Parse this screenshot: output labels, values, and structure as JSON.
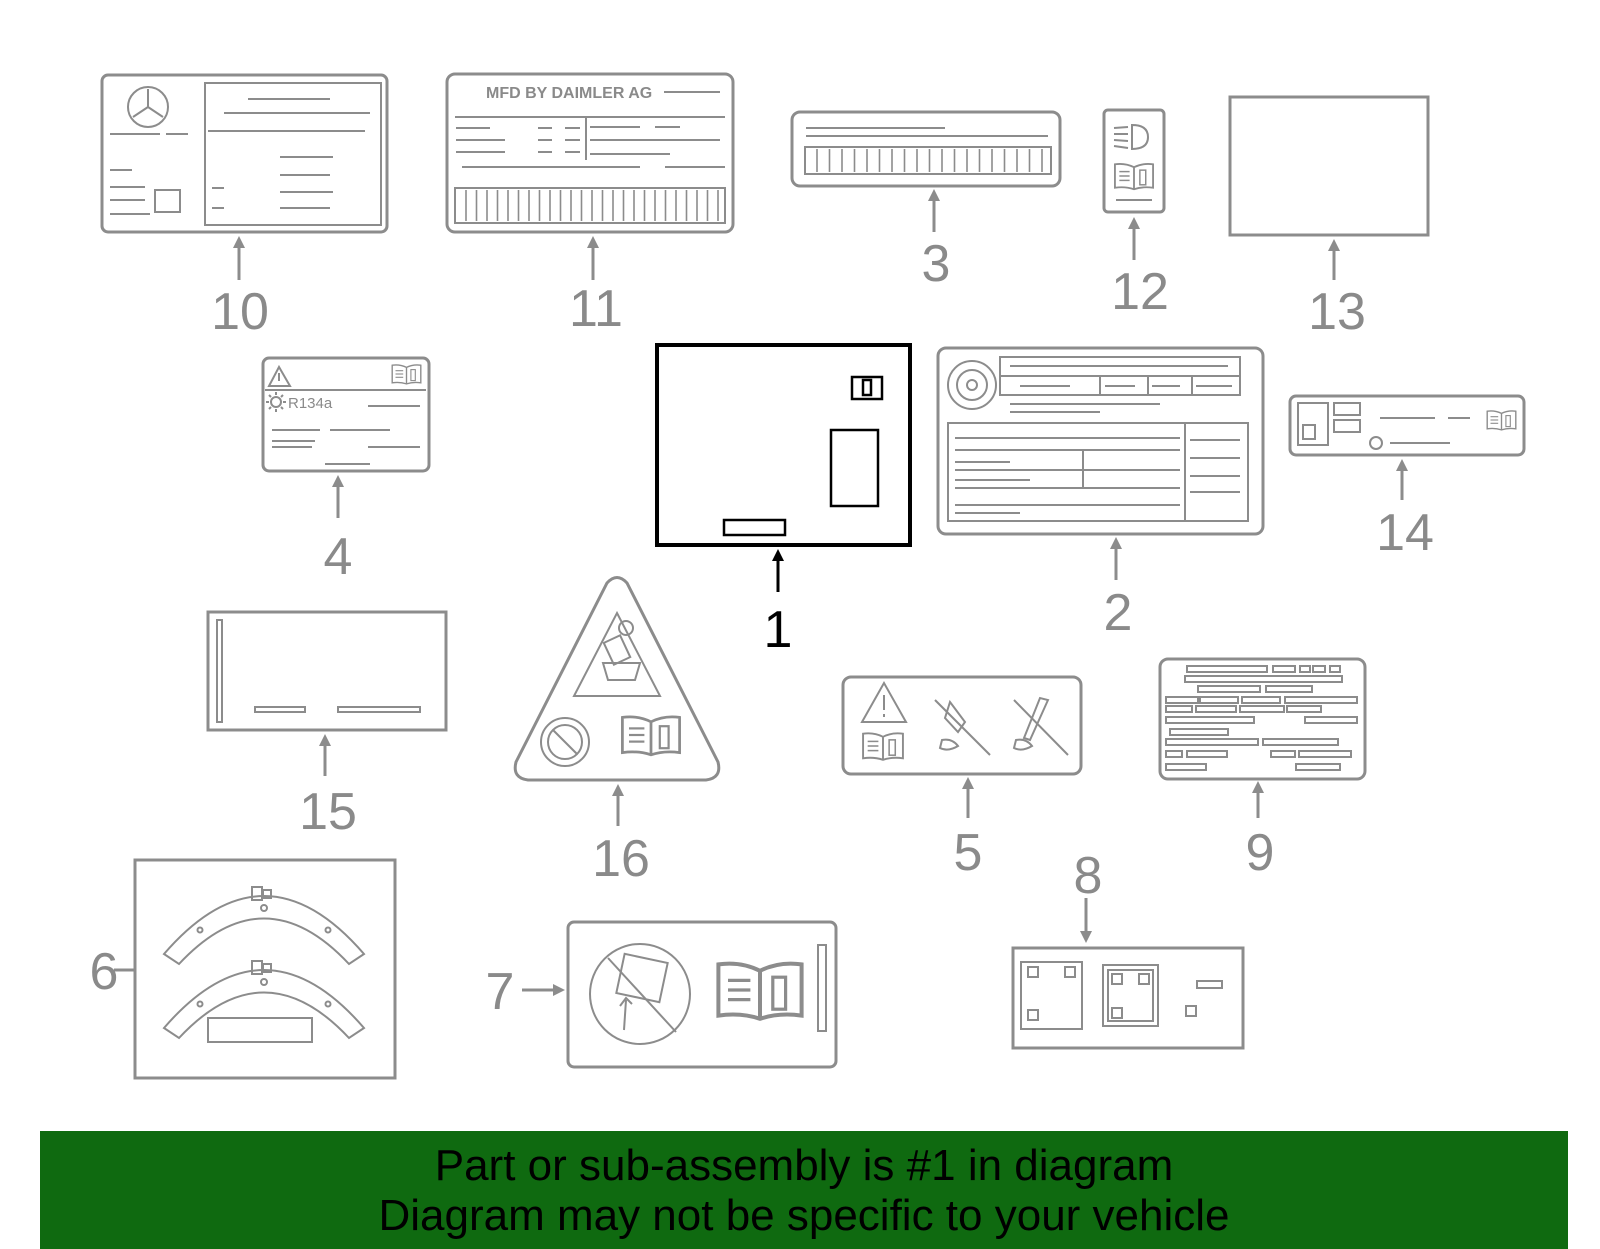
{
  "callouts": {
    "c1": "1",
    "c2": "2",
    "c3": "3",
    "c4": "4",
    "c5": "5",
    "c6": "6",
    "c7": "7",
    "c8": "8",
    "c9": "9",
    "c10": "10",
    "c11": "11",
    "c12": "12",
    "c13": "13",
    "c14": "14",
    "c15": "15",
    "c16": "16"
  },
  "label_text": {
    "manufacturer": "MFD BY DAIMLER AG",
    "refrigerant": "R134a"
  },
  "highlighted_part": "1",
  "footer": {
    "line1": "Part or sub-assembly is #1 in diagram",
    "line2": "Diagram may not be specific to your vehicle"
  },
  "colors": {
    "footer_bg": "#0f6a10",
    "parts_gray": "#8c8c8c",
    "highlight": "#000000"
  }
}
